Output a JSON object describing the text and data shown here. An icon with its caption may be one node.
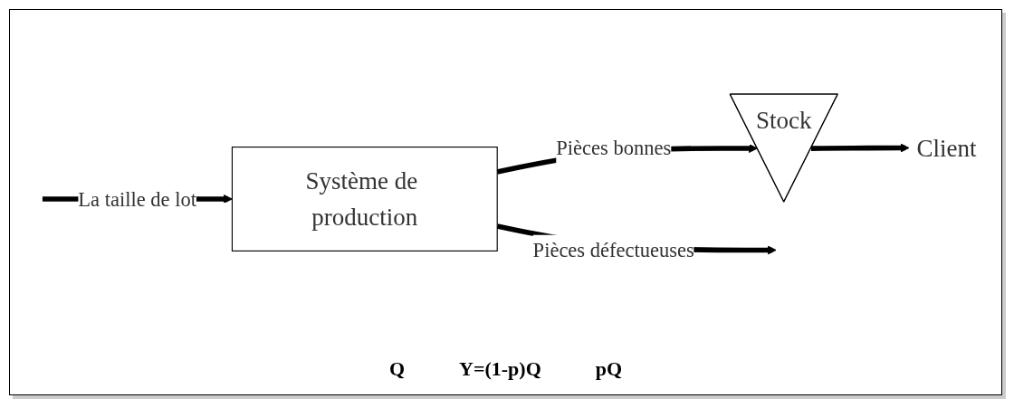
{
  "diagram": {
    "nodes": [
      {
        "text": [
          "Système de production"
        ]
      },
      {
        "text": [
          "Stock"
        ]
      },
      {
        "text": [
          "Client"
        ]
      }
    ],
    "edges": [
      {
        "from": null,
        "to": 0,
        "arrow": "to",
        "label": "La taille de lot"
      },
      {
        "from": 0,
        "to": 1,
        "arrow": "to",
        "label": "Pièces bonnes"
      },
      {
        "from": 1,
        "to": 2,
        "arrow": "to"
      },
      {
        "from": 0,
        "to": null,
        "arrow": "to",
        "label": "Pièces défectueuses"
      }
    ],
    "labels": [
      "Q",
      "Y=(1-p)Q",
      "pQ"
    ]
  }
}
